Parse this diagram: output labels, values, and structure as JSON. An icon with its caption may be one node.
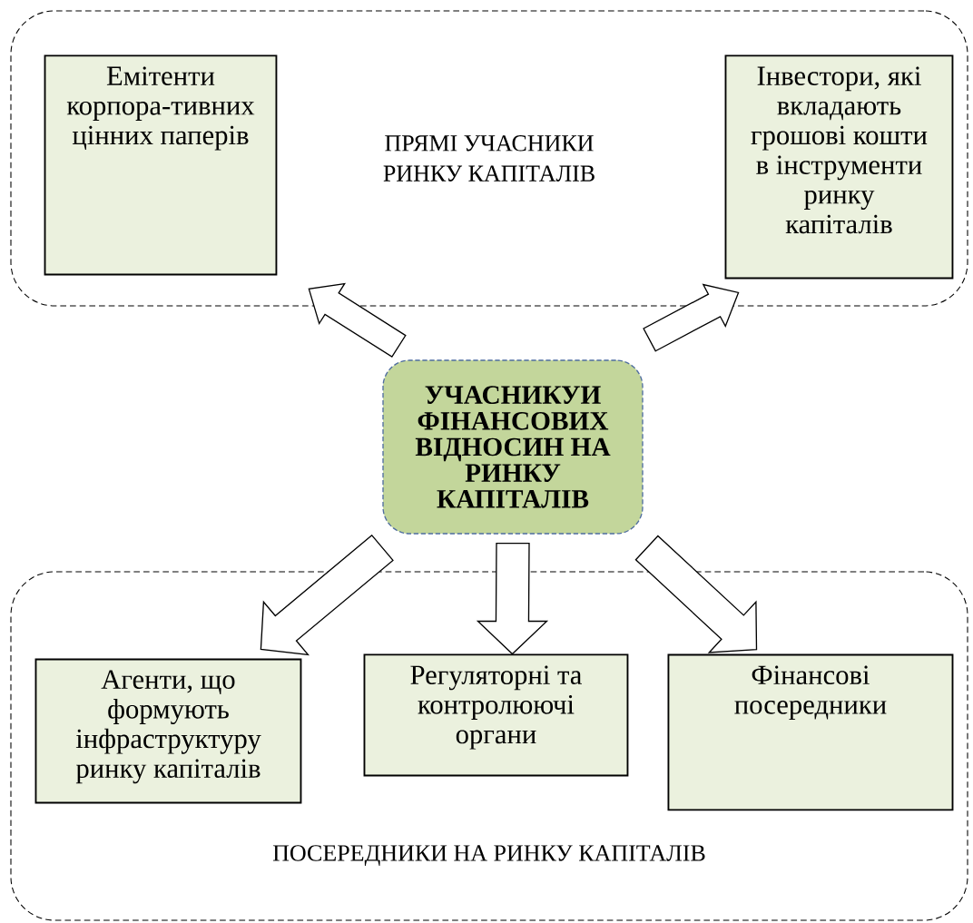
{
  "diagram": {
    "nodes": [
      {
        "text": [
          "ПРЯМІ УЧАСНИКИ РИНКУ КАПІТАЛІВ"
        ]
      },
      {
        "text": [
          "Емітенти корпора-тивних цінних паперів"
        ],
        "in": 0
      },
      {
        "text": [
          "Інвестори, які вкладають грошові кошти в інструменти ринку капіталів"
        ],
        "in": 0
      },
      {
        "text": [
          "УЧАСНИКУИ ФІНАНСОВИХ ВІДНОСИН НА РИНКУ КАПІТАЛІВ"
        ]
      },
      {
        "text": [
          "ПОСЕРЕДНИКИ НА РИНКУ КАПІТАЛІВ"
        ]
      },
      {
        "text": [
          "Агенти, що формують інфраструктуру ринку капіталів"
        ],
        "in": 4
      },
      {
        "text": [
          "Регуляторні та контролюючі органи"
        ],
        "in": 4
      },
      {
        "text": [
          "Фінансові посередники"
        ],
        "in": 4
      }
    ],
    "edges": [
      {
        "from": 3,
        "to": 1,
        "arrow": "to"
      },
      {
        "from": 3,
        "to": 2,
        "arrow": "to"
      },
      {
        "from": 3,
        "to": 5,
        "arrow": "to"
      },
      {
        "from": 3,
        "to": 6,
        "arrow": "to"
      },
      {
        "from": 3,
        "to": 7,
        "arrow": "to"
      }
    ]
  }
}
